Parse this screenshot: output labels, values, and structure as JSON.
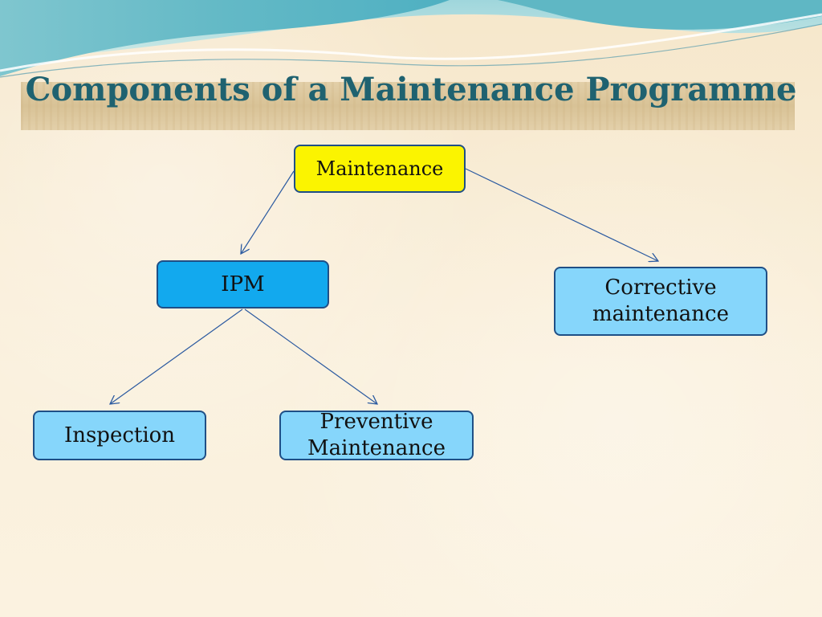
{
  "slide": {
    "title": "Components of a Maintenance Programme"
  },
  "colors": {
    "title_text": "#1f6270",
    "root_fill": "#fbf400",
    "ipm_fill": "#12a9ee",
    "leaf_fill": "#86d6fb",
    "node_border": "#1f4f86",
    "connector": "#2b5aa0"
  },
  "diagram": {
    "nodes": {
      "maintenance": {
        "label": "Maintenance"
      },
      "ipm": {
        "label": "IPM"
      },
      "corrective": {
        "label_line1": "Corrective",
        "label_line2": "maintenance"
      },
      "inspection": {
        "label": "Inspection"
      },
      "preventive": {
        "label_line1": "Preventive",
        "label_line2": "Maintenance"
      }
    },
    "edges": [
      {
        "from": "maintenance",
        "to": "ipm"
      },
      {
        "from": "maintenance",
        "to": "corrective"
      },
      {
        "from": "ipm",
        "to": "inspection"
      },
      {
        "from": "ipm",
        "to": "preventive"
      }
    ]
  }
}
